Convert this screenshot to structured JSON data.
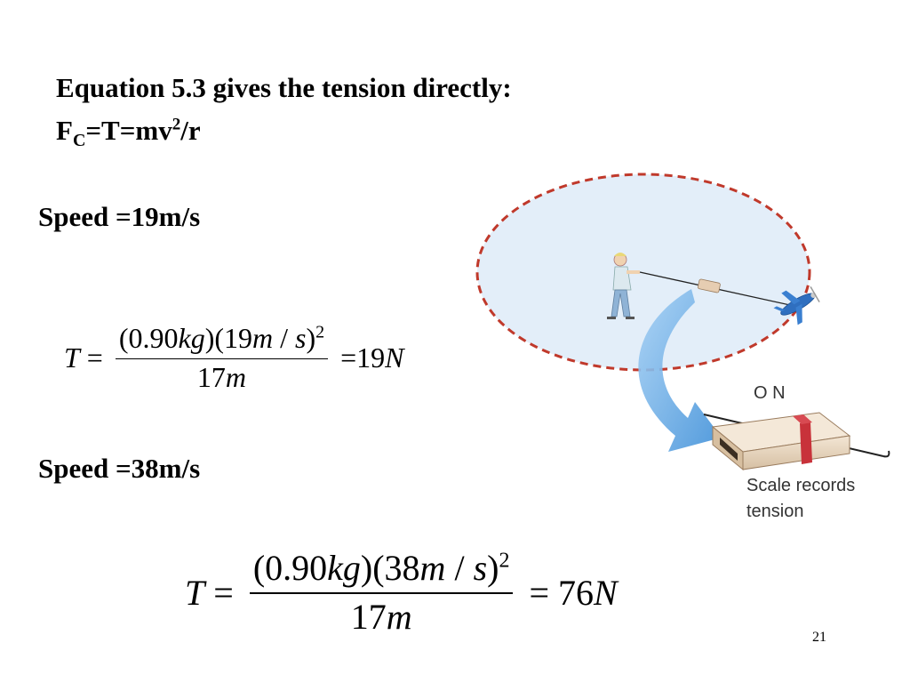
{
  "header": {
    "line1": "Equation 5.3 gives the tension directly:",
    "line2_main": "F",
    "line2_sub": "C",
    "line2_rest": "=T=mv",
    "line2_sup": "2",
    "line2_end": "/r"
  },
  "case1": {
    "speed_label": "Speed =19m/s",
    "eq": {
      "lhs": "T",
      "num_a": "(0.90",
      "num_kg": "kg",
      "num_b": ")(19",
      "num_m": "m",
      "num_slash": " / ",
      "num_s": "s",
      "num_c": ")",
      "num_exp": "2",
      "den_val": "17",
      "den_unit": "m",
      "result_val": "19",
      "result_unit": "N"
    }
  },
  "case2": {
    "speed_label": "Speed =38m/s",
    "eq": {
      "lhs": "T",
      "num_a": "(0.90",
      "num_kg": "kg",
      "num_b": ")(38",
      "num_m": "m",
      "num_slash": " / ",
      "num_s": "s",
      "num_c": ")",
      "num_exp": "2",
      "den_val": "17",
      "den_unit": "m",
      "result_val": "76",
      "result_unit": "N"
    }
  },
  "illustration": {
    "scale_reading": "O N",
    "caption_line1": "Scale records",
    "caption_line2": "tension"
  },
  "footer": {
    "page_number": "21"
  },
  "colors": {
    "orbit_fill": "#e3eef9",
    "orbit_border": "#c0392b",
    "arrow": "#4a9fe0",
    "scale_body": "#e8d7c2",
    "scale_band": "#c8323a"
  }
}
